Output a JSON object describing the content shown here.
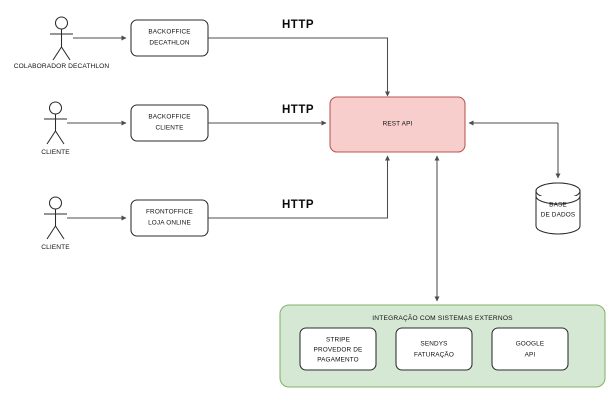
{
  "diagram": {
    "type": "architecture-flow",
    "background": "#ffffff",
    "colors": {
      "api_fill": "#f8cecc",
      "api_stroke": "#b85450",
      "panel_fill": "#d5e8d4",
      "panel_stroke": "#82b366",
      "node_fill": "#ffffff",
      "node_stroke": "#2b2b2b",
      "edge_stroke": "#4d4d4d",
      "text": "#111111"
    },
    "actors": [
      {
        "id": "actor-colaborador",
        "label": "COLABORADOR DECATHLON"
      },
      {
        "id": "actor-cliente-backoffice",
        "label": "CLIENTE"
      },
      {
        "id": "actor-cliente-frontoffice",
        "label": "CLIENTE"
      }
    ],
    "clients": [
      {
        "id": "backoffice-decathlon",
        "line1": "BACKOFFICE",
        "line2": "DECATHLON"
      },
      {
        "id": "backoffice-cliente",
        "line1": "BACKOFFICE",
        "line2": "CLIENTE"
      },
      {
        "id": "frontoffice-loja-online",
        "line1": "FRONTOFFICE",
        "line2": "LOJA ONLINE"
      }
    ],
    "api": {
      "id": "rest-api",
      "label": "REST API"
    },
    "database": {
      "id": "base-de-dados",
      "line1": "BASE",
      "line2": "DE DADOS"
    },
    "protocol_labels": [
      {
        "id": "http-top",
        "label": "HTTP"
      },
      {
        "id": "http-middle",
        "label": "HTTP"
      },
      {
        "id": "http-bottom",
        "label": "HTTP"
      }
    ],
    "integration_panel": {
      "id": "integracao-sistemas-externos",
      "title": "INTEGRAÇÃO COM SISTEMAS EXTERNOS",
      "systems": [
        {
          "id": "stripe",
          "line1": "STRIPE",
          "line2": "PROVEDOR DE",
          "line3": "PAGAMENTO"
        },
        {
          "id": "sendys",
          "line1": "SENDYS",
          "line2": "FATURAÇÃO",
          "line3": ""
        },
        {
          "id": "google",
          "line1": "GOOGLE",
          "line2": "API",
          "line3": ""
        }
      ]
    }
  }
}
